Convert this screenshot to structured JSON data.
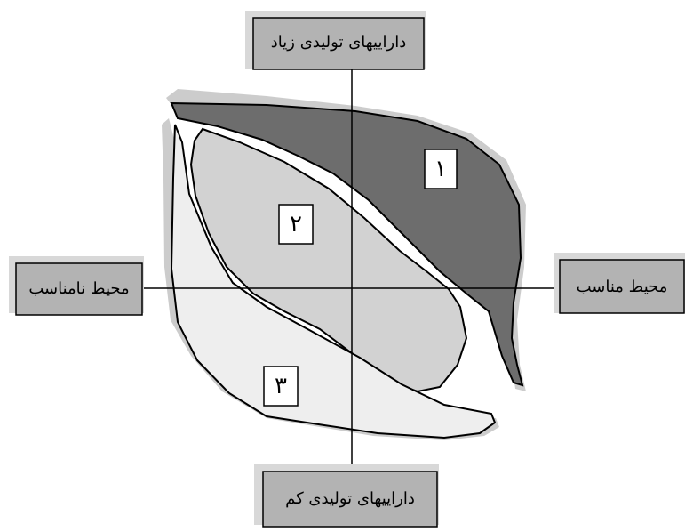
{
  "labels": {
    "top": "دارایيهای توليدی زياد",
    "bottom": "دارایيهای توليدی کم",
    "left": "محيط نامناسب",
    "right": "محيط مناسب"
  },
  "regions": [
    {
      "number": "١",
      "fill": "#6d6d6d"
    },
    {
      "number": "٢",
      "fill": "#d2d2d2"
    },
    {
      "number": "٣",
      "fill": "#eeeeee"
    }
  ],
  "colors": {
    "label_box": "#b3b3b3",
    "shadow": "#c8c8c8",
    "outline": "#000000"
  }
}
